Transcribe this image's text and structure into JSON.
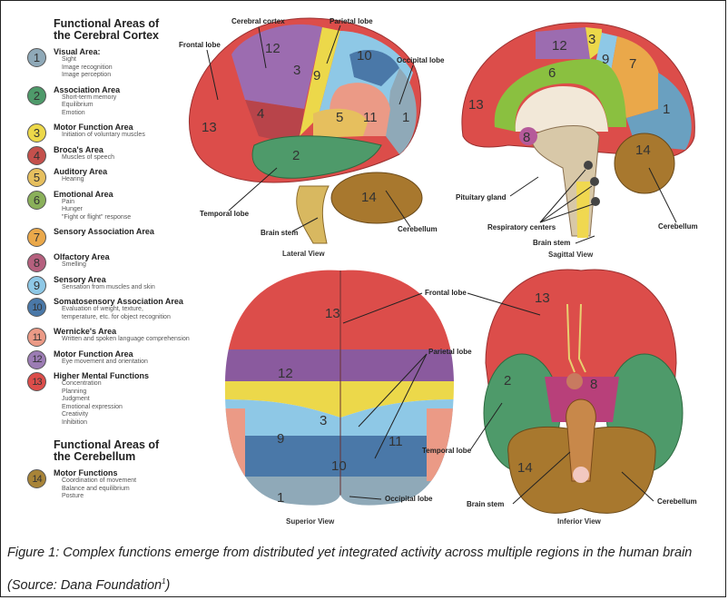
{
  "legend": {
    "cortex_title_line1": "Functional Areas of",
    "cortex_title_line2": "the Cerebral Cortex",
    "cerebellum_title_line1": "Functional Areas of",
    "cerebellum_title_line2": "the Cerebellum",
    "items": [
      {
        "num": "1",
        "title": "Visual Area:",
        "details": [
          "Sight",
          "Image recognition",
          "Image perception"
        ],
        "color": "#8fa9b8"
      },
      {
        "num": "2",
        "title": "Association Area",
        "details": [
          "Short-term memory",
          "Equilibrium",
          "Emotion"
        ],
        "color": "#4e9a6a"
      },
      {
        "num": "3",
        "title": "Motor Function Area",
        "details": [
          "Initiation of voluntary muscles"
        ],
        "color": "#ecd84a"
      },
      {
        "num": "4",
        "title": "Broca's Area",
        "details": [
          "Muscles of speech"
        ],
        "color": "#c4504c"
      },
      {
        "num": "5",
        "title": "Auditory Area",
        "details": [
          "Hearing"
        ],
        "color": "#e6bf5e"
      },
      {
        "num": "6",
        "title": "Emotional Area",
        "details": [
          "Pain",
          "Hunger",
          "\"Fight or flight\" response"
        ],
        "color": "#8ab05a"
      },
      {
        "num": "7",
        "title": "Sensory Association Area",
        "details": [],
        "color": "#eaa84a"
      },
      {
        "num": "8",
        "title": "Olfactory Area",
        "details": [
          "Smelling"
        ],
        "color": "#b5607e"
      },
      {
        "num": "9",
        "title": "Sensory Area",
        "details": [
          "Sensation from muscles and skin"
        ],
        "color": "#8ec8e6"
      },
      {
        "num": "10",
        "title": "Somatosensory Association Area",
        "details": [
          "Evaluation of weight, texture,",
          "temperature, etc. for object recognition"
        ],
        "color": "#4a78a8"
      },
      {
        "num": "11",
        "title": "Wernicke's Area",
        "details": [
          "Written and spoken language comprehension"
        ],
        "color": "#eb9a86"
      },
      {
        "num": "12",
        "title": "Motor Function Area",
        "details": [
          "Eye movement and orientation"
        ],
        "color": "#9c7cb4"
      },
      {
        "num": "13",
        "title": "Higher Mental Functions",
        "details": [
          "Concentration",
          "Planning",
          "Judgment",
          "Emotional expression",
          "Creativity",
          "Inhibition"
        ],
        "color": "#dc4d4a"
      }
    ],
    "cerebellum_items": [
      {
        "num": "14",
        "title": "Motor Functions",
        "details": [
          "Coordination of movement",
          "Balance and equilibrium",
          "Posture"
        ],
        "color": "#a88438"
      }
    ]
  },
  "lateral_view": {
    "caption": "Lateral View",
    "labels": {
      "frontal_lobe": "Frontal lobe",
      "cerebral_cortex": "Cerebral cortex",
      "parietal_lobe": "Parietal lobe",
      "occipital_lobe": "Occipital lobe",
      "temporal_lobe": "Temporal lobe",
      "brain_stem": "Brain stem",
      "cerebellum": "Cerebellum"
    },
    "numbers": [
      "13",
      "12",
      "3",
      "9",
      "10",
      "1",
      "4",
      "5",
      "11",
      "2",
      "14"
    ]
  },
  "sagittal_view": {
    "caption": "Sagittal View",
    "labels": {
      "pituitary_gland": "Pituitary gland",
      "respiratory_centers": "Respiratory centers",
      "brain_stem": "Brain stem",
      "cerebellum": "Cerebellum"
    },
    "numbers": [
      "12",
      "3",
      "9",
      "7",
      "6",
      "13",
      "1",
      "8",
      "14"
    ]
  },
  "superior_view": {
    "caption": "Superior View",
    "labels": {
      "frontal_lobe": "Frontal lobe",
      "parietal_lobe": "Parietal lobe",
      "occipital_lobe": "Occipital lobe"
    },
    "numbers": [
      "13",
      "12",
      "3",
      "9",
      "11",
      "10",
      "1"
    ]
  },
  "inferior_view": {
    "caption": "Inferior View",
    "labels": {
      "temporal_lobe": "Temporal lobe",
      "brain_stem": "Brain stem",
      "cerebellum": "Cerebellum"
    },
    "numbers": [
      "13",
      "2",
      "8",
      "14"
    ]
  },
  "figure_caption": {
    "text": "Figure 1: Complex functions emerge from distributed yet integrated activity across multiple regions in the human brain (Source: Dana Foundation",
    "footnote": "1",
    "close": ")"
  }
}
